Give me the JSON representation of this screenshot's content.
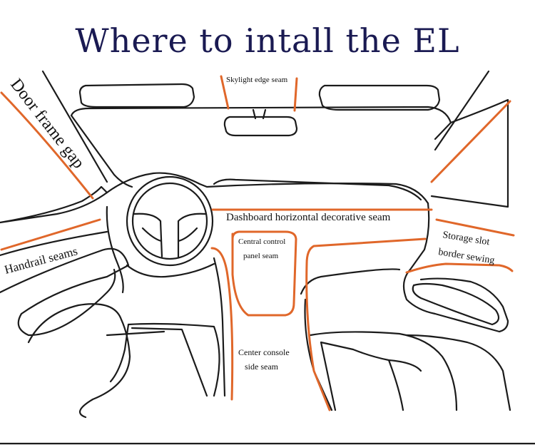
{
  "title": "Where to intall the EL",
  "accent_color": "#e0672a",
  "labels": {
    "skylight": "Skylight edge seam",
    "door_frame": "Door frame gap",
    "dashboard": "Dashboard horizontal decorative seam",
    "central_control_line1": "Central control",
    "central_control_line2": "panel seam",
    "handrail": "Handrail seams",
    "storage_line1": "Storage slot",
    "storage_line2": "border sewing",
    "console_line1": "Center console",
    "console_line2": "side seam"
  }
}
